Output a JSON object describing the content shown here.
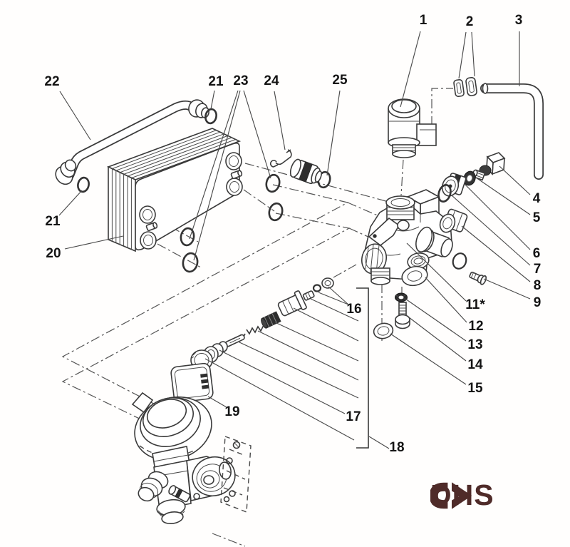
{
  "diagram_type": "exploded-parts-diagram",
  "line_color": "#3a3a3a",
  "callouts": [
    {
      "id": "part-1",
      "label": "1"
    },
    {
      "id": "part-2",
      "label": "2"
    },
    {
      "id": "part-3",
      "label": "3"
    },
    {
      "id": "part-4",
      "label": "4"
    },
    {
      "id": "part-5",
      "label": "5"
    },
    {
      "id": "part-6",
      "label": "6"
    },
    {
      "id": "part-7",
      "label": "7"
    },
    {
      "id": "part-8",
      "label": "8"
    },
    {
      "id": "part-9",
      "label": "9"
    },
    {
      "id": "part-11",
      "label": "11*"
    },
    {
      "id": "part-12",
      "label": "12"
    },
    {
      "id": "part-13",
      "label": "13"
    },
    {
      "id": "part-14",
      "label": "14"
    },
    {
      "id": "part-15",
      "label": "15"
    },
    {
      "id": "part-16",
      "label": "16"
    },
    {
      "id": "part-17",
      "label": "17"
    },
    {
      "id": "part-18",
      "label": "18"
    },
    {
      "id": "part-19",
      "label": "19"
    },
    {
      "id": "part-20",
      "label": "20"
    },
    {
      "id": "part-21-left",
      "label": "21"
    },
    {
      "id": "part-21-right",
      "label": "21"
    },
    {
      "id": "part-22",
      "label": "22"
    },
    {
      "id": "part-23",
      "label": "23"
    },
    {
      "id": "part-24",
      "label": "24"
    },
    {
      "id": "part-25",
      "label": "25"
    }
  ],
  "logo": {
    "text": "DHS",
    "color": "#4f2b29"
  }
}
